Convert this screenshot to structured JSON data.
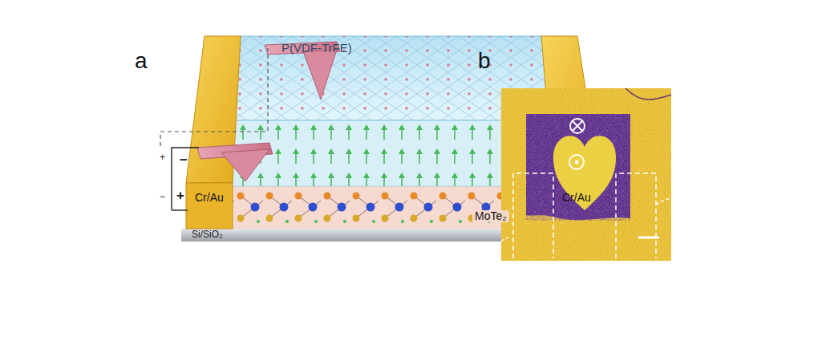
{
  "diagram": {
    "labels": [
      "a",
      "b",
      "P(VDF-TrFE)",
      "Cr/Au",
      "Cr/Au",
      "MoTe₂",
      "Si/SiO₂",
      "+",
      "−",
      "−",
      "+"
    ]
  }
}
